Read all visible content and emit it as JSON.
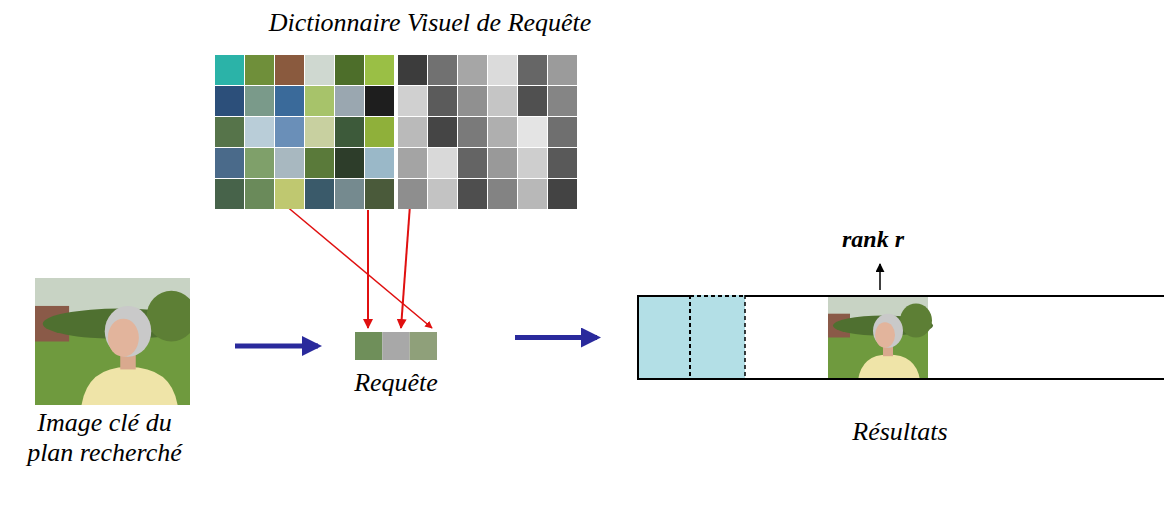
{
  "diagram": {
    "nodes": [
      {
        "text": [
          "Dictionnaire Visuel de Requête"
        ]
      },
      {
        "text": [
          "Image clé du plan recherché"
        ]
      },
      {
        "text": [
          "Requête"
        ]
      },
      {
        "text": [
          "Résultats"
        ]
      }
    ],
    "edges": [
      {
        "from": 1,
        "to": 2,
        "arrow": "to"
      },
      {
        "from": 0,
        "to": 2,
        "arrow": "to"
      },
      {
        "from": 2,
        "to": 3,
        "arrow": "to"
      }
    ],
    "labels": [
      "rank r"
    ]
  }
}
